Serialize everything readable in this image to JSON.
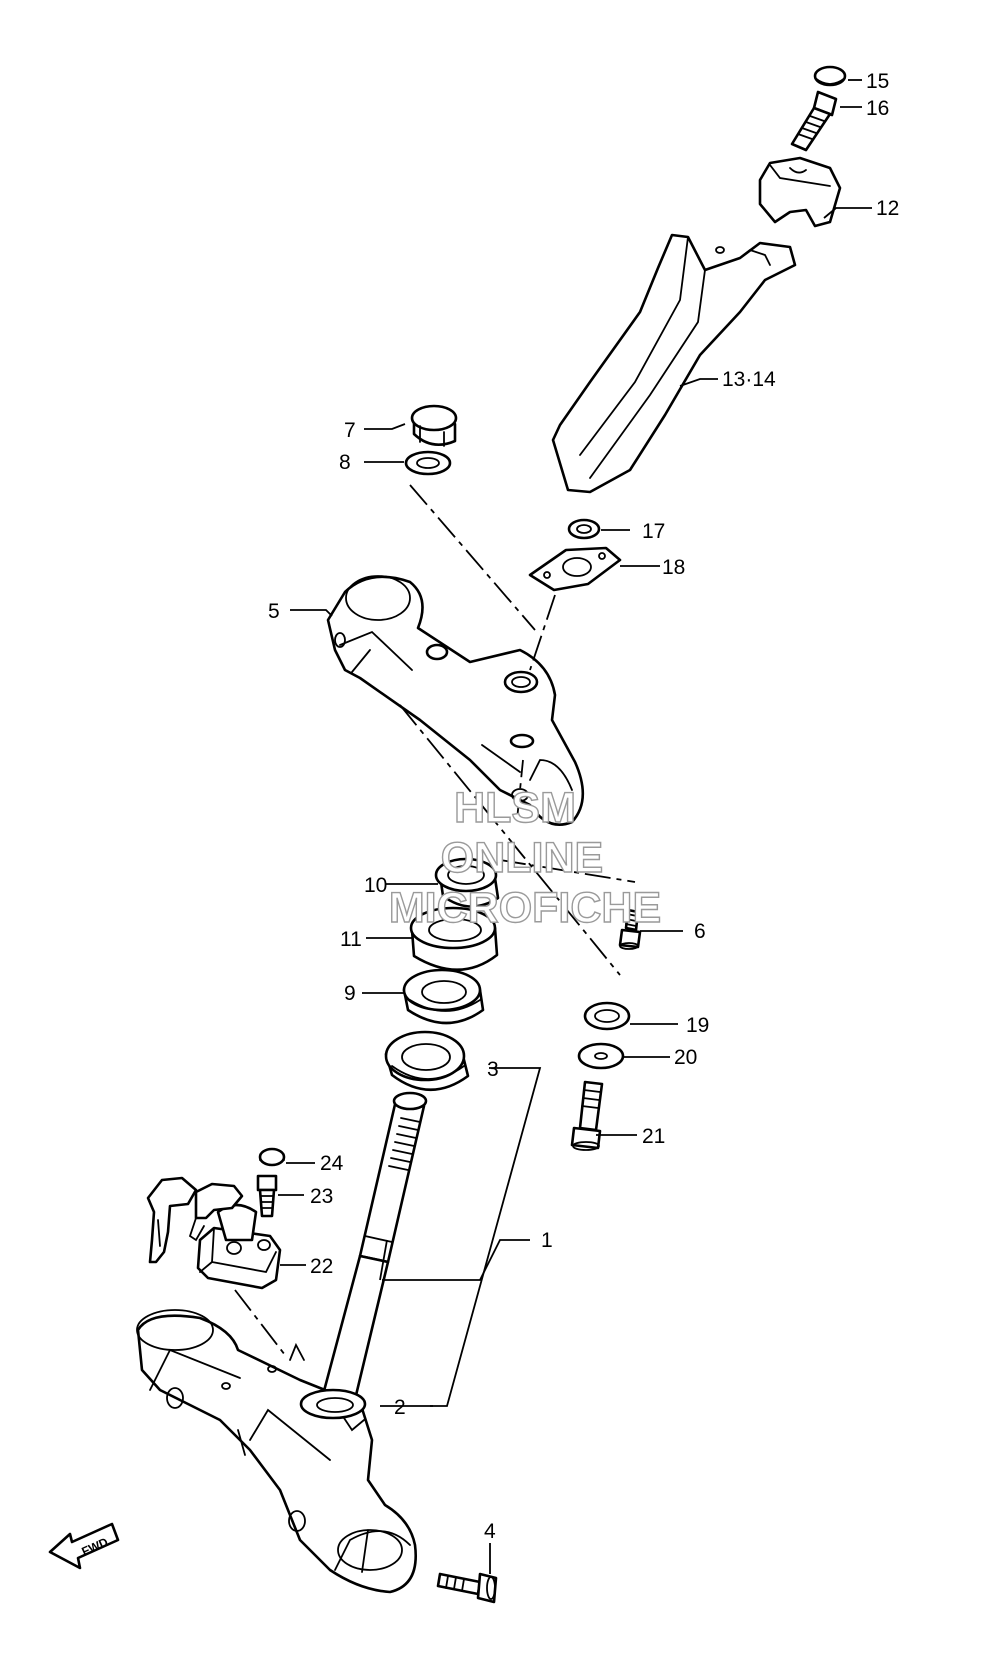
{
  "callouts": {
    "c1": "1",
    "c2": "2",
    "c3": "3",
    "c4": "4",
    "c5": "5",
    "c6": "6",
    "c7": "7",
    "c8": "8",
    "c9": "9",
    "c10": "10",
    "c11": "11",
    "c12": "12",
    "c13_14": "13·14",
    "c15": "15",
    "c16": "16",
    "c17": "17",
    "c18": "18",
    "c19": "19",
    "c20": "20",
    "c21": "21",
    "c22": "22",
    "c23": "23",
    "c24": "24"
  },
  "watermark": {
    "line1": "HLSM",
    "line2": "ONLINE",
    "line3": "MICROFICHE"
  },
  "fwd_label": "FWD",
  "colors": {
    "ink": "#000000",
    "paper": "#ffffff",
    "watermark_outline": "#9a9a9a"
  }
}
